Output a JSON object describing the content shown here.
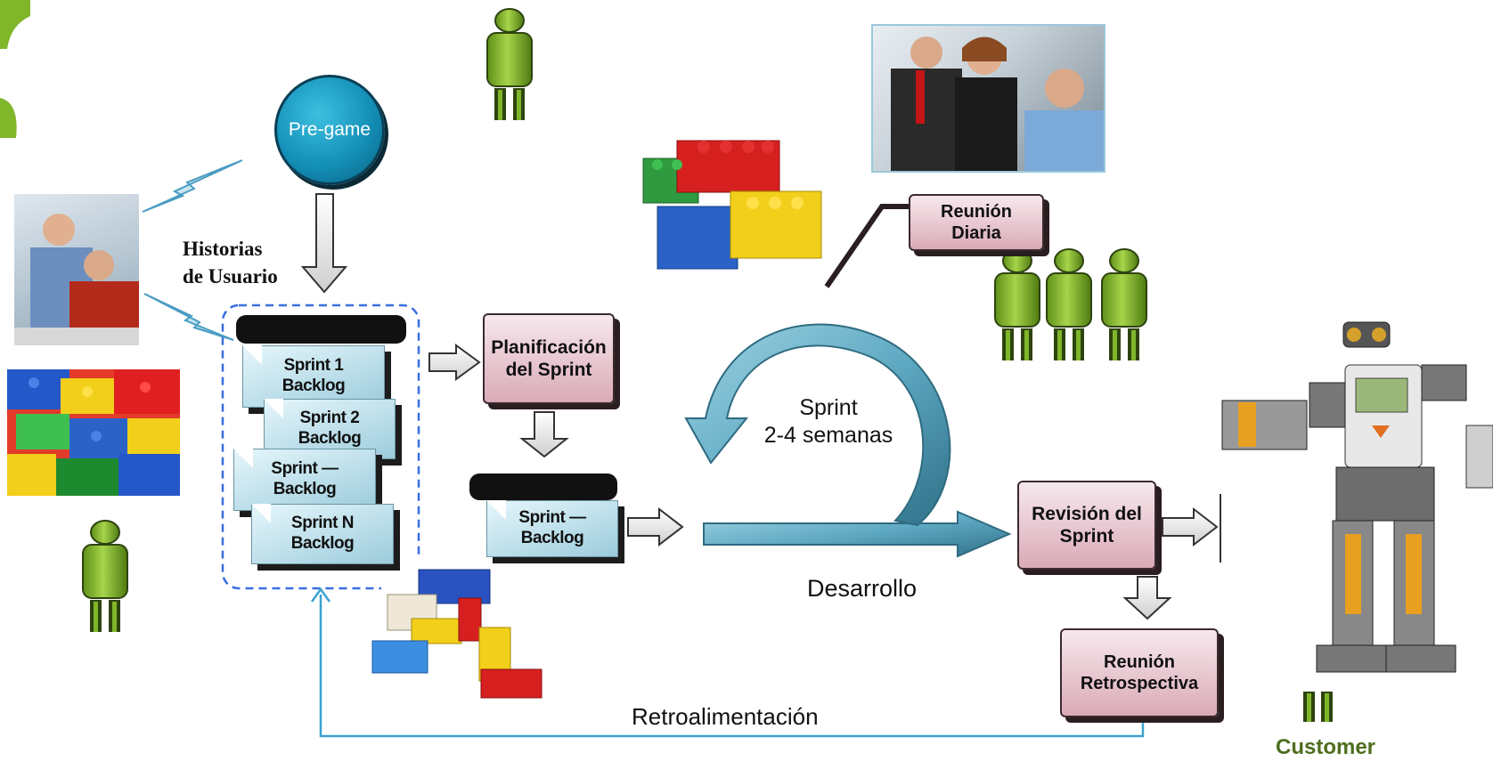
{
  "labels": {
    "pregame": "Pre-game",
    "historias": "Historias\nde Usuario",
    "planificacion": "Planificación\ndel Sprint",
    "sprint_cycle": "Sprint\n2-4 semanas",
    "desarrollo": "Desarrollo",
    "reunion_diaria": "Reunión\nDiaria",
    "revision": "Revisión del\nSprint",
    "retrospectiva": "Reunión\nRetrospectiva",
    "retroalimentacion": "Retroalimentación",
    "customer": "Customer"
  },
  "product_backlog": {
    "blocks": [
      "Sprint 1\nBacklog",
      "Sprint 2\nBacklog",
      "Sprint —\nBacklog",
      "Sprint N\nBacklog"
    ]
  },
  "sprint_backlog": {
    "block": "Sprint —\nBacklog"
  },
  "colors": {
    "figure_green": "#7fb62a",
    "figure_dark": "#2e4410",
    "cycle_blue": "#5fa9c3",
    "feedback_line": "#3aa3d0",
    "customer_text": "#4e6e1e",
    "dashed_border": "#3b6fe0"
  }
}
